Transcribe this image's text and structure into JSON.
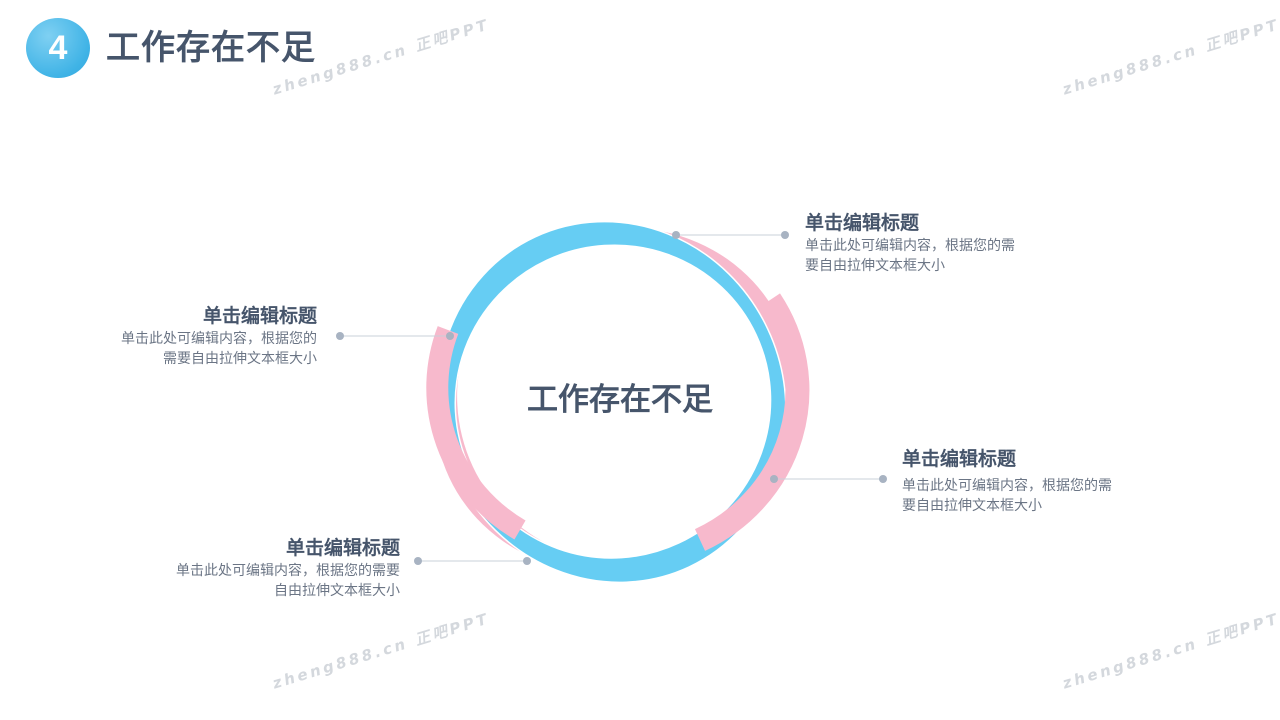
{
  "header": {
    "number": "4",
    "title": "工作存在不足"
  },
  "diagram": {
    "center_label": "工作存在不足",
    "colors": {
      "blue": "#66cdf3",
      "pink": "#f7b9cc",
      "text": "#46556b"
    }
  },
  "items": [
    {
      "title": "单击编辑标题",
      "desc_lines": [
        "单击此处可编辑内容，根据您的需",
        "要自由拉伸文本框大小"
      ]
    },
    {
      "title": "单击编辑标题",
      "desc_lines": [
        "单击此处可编辑内容，根据您的",
        "需要自由拉伸文本框大小"
      ]
    },
    {
      "title": "单击编辑标题",
      "desc_lines": [
        "单击此处可编辑内容，根据您的需",
        "要自由拉伸文本框大小"
      ]
    },
    {
      "title": "单击编辑标题",
      "desc_lines": [
        "单击此处可编辑内容，根据您的需要",
        "自由拉伸文本框大小"
      ]
    }
  ],
  "watermark": "zheng888.cn 正吧PPT"
}
